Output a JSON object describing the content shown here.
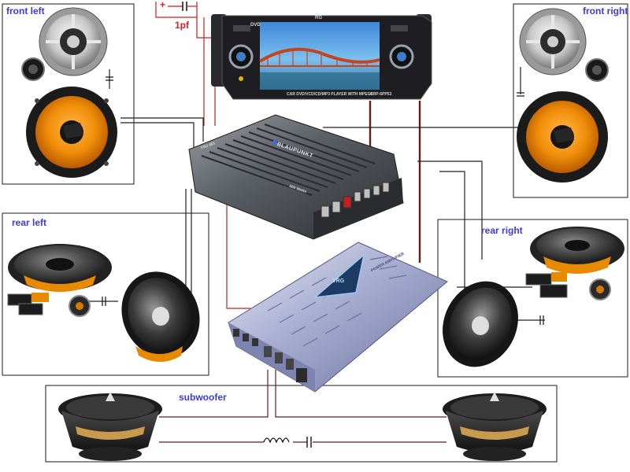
{
  "labels": {
    "front_left": "front left",
    "front_right": "front right",
    "rear_left": "rear left",
    "rear_right": "rear right",
    "subwoofer": "subwoofer",
    "capacitor": "1pf",
    "plus": "+"
  },
  "headunit": {
    "display_type": "DVD",
    "brand": "RG",
    "caption": "CAR DVD/VCD/CD/MP3 PLAYER WITH MPEG4",
    "model": "CRP-6PP53"
  },
  "amplifiers": {
    "main_brand": "BLAUPUNKT",
    "main_model": "Y0U 401",
    "main_badge": "400 Watts",
    "sub_brand": "VRG",
    "sub_caption": "POWER AMPLIFIER"
  },
  "colors": {
    "wire_red": "#c42020",
    "wire_dark": "#6b1a1a",
    "wire_blk": "#222222",
    "label_blue": "#3b3bd6",
    "label_red": "#e21b1b",
    "woofer_orange": "#e88a00",
    "box_border": "#1a1a1a"
  },
  "icons": [
    "speaker-icon",
    "tweeter-icon",
    "crossover-icon",
    "capacitor-icon",
    "inductor-icon"
  ]
}
